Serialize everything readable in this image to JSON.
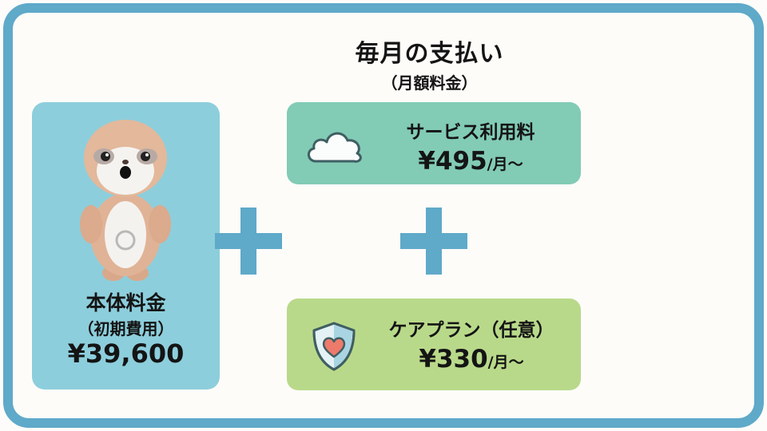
{
  "header": {
    "title": "毎月の支払い",
    "subtitle": "（月額料金）"
  },
  "device_card": {
    "image": "robot-pet-photo",
    "title": "本体料金",
    "subtitle": "（初期費用）",
    "price": "¥39,600",
    "color": "#8dcedc"
  },
  "operators": [
    "+",
    "+"
  ],
  "service_card": {
    "icon": "cloud-icon",
    "title": "サービス利用料",
    "price": "¥495",
    "unit": "/月～",
    "color": "#82cbb5"
  },
  "care_card": {
    "icon": "shield-heart-icon",
    "title": "ケアプラン（任意）",
    "price": "¥330",
    "unit": "/月～",
    "color": "#b9d98a"
  },
  "colors": {
    "frame": "#5fa9c9",
    "plus": "#5fa9c9",
    "background": "#fdfcf9"
  }
}
